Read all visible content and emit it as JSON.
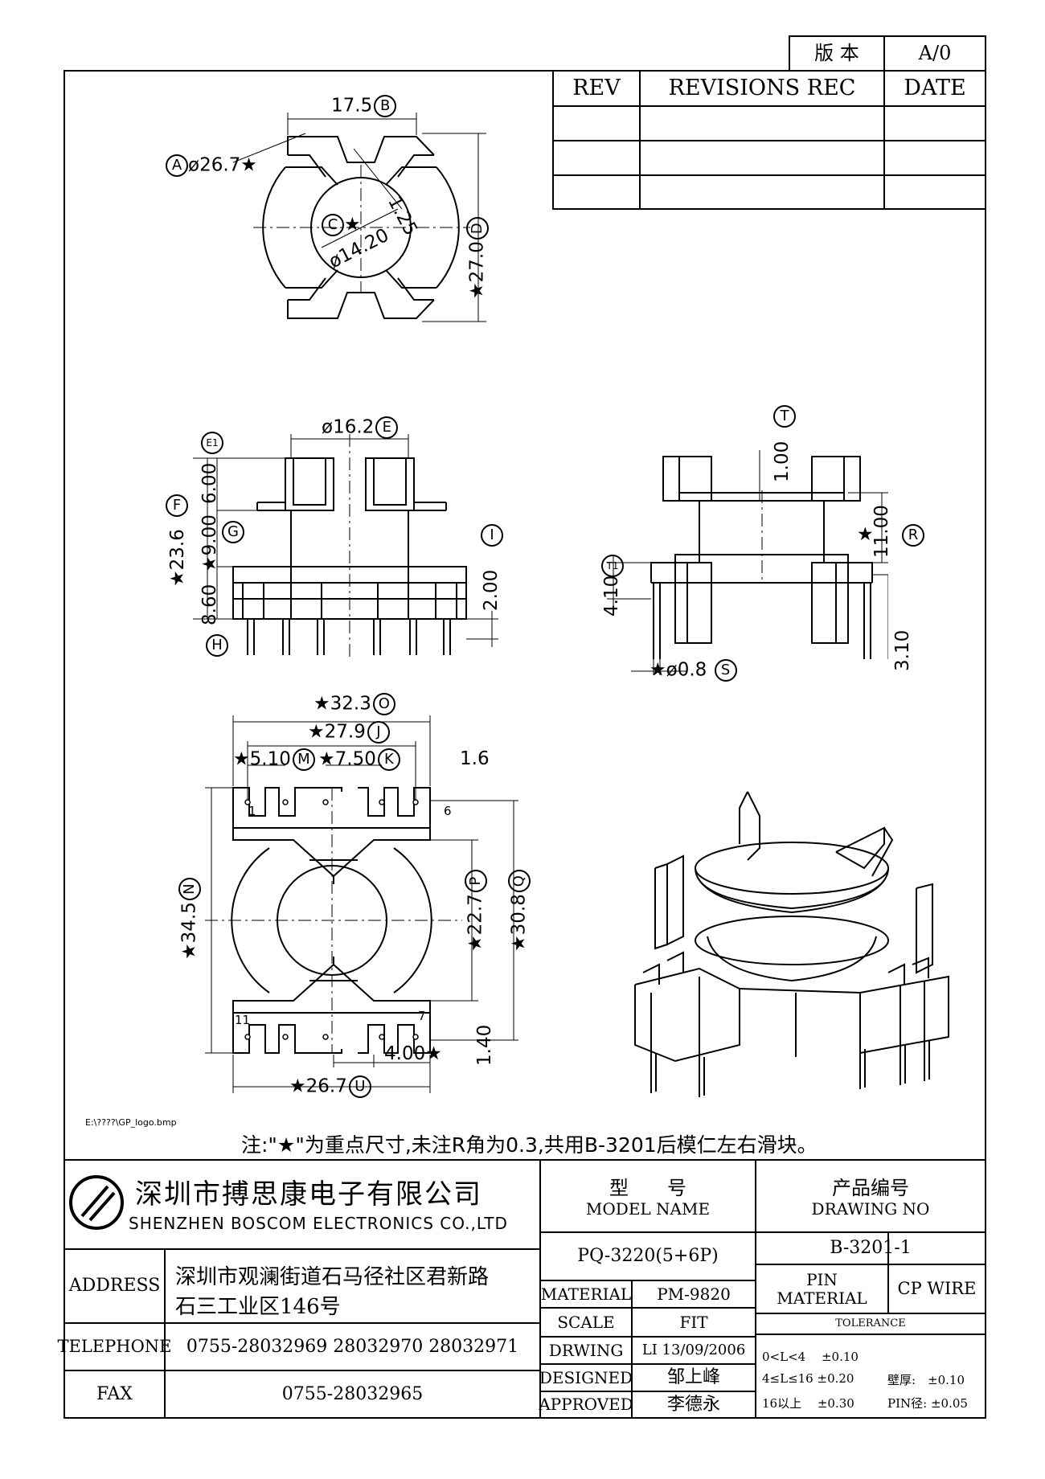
{
  "version_box": {
    "label": "版 本",
    "value": "A/0"
  },
  "revisions": {
    "col_rev": "REV",
    "col_rec": "REVISIONS REC",
    "col_date": "DATE"
  },
  "dims": {
    "top_width": "17.5",
    "top_width_tag": "B",
    "outer_dia": "ø26.7",
    "outer_dia_tag": "A",
    "core_dia": "ø14.20",
    "core_dia_tag": "C",
    "angle_dim": "1.25",
    "height_27": "27.0",
    "height_27_tag": "D",
    "body_dia": "ø16.2",
    "body_dia_tag": "E",
    "e1_tag": "E1",
    "d_600": "6.00",
    "d_900": "9.00",
    "d_860": "8.60",
    "d_236": "23.6",
    "f_tag": "F",
    "g_tag": "G",
    "h_tag": "H",
    "i_tag": "I",
    "d_200": "2.00",
    "t_tag": "T",
    "d_100": "1.00",
    "t1_tag": "T1",
    "d_410": "4.10",
    "d_1100": "11.00",
    "r_tag": "R",
    "d_310": "3.10",
    "pin_dia": "ø0.8",
    "s_tag": "S",
    "d_323": "32.3",
    "o_tag": "O",
    "d_279": "27.9",
    "j_tag": "J",
    "d_510": "5.10",
    "m_tag": "M",
    "d_750": "7.50",
    "k_tag": "K",
    "d_16": "1.6",
    "d_345": "34.5",
    "n_tag": "N",
    "d_227": "22.7",
    "p_tag": "P",
    "d_308": "30.8",
    "q_tag": "Q",
    "d_140": "1.40",
    "d_400": "4.00",
    "d_267": "26.7",
    "u_tag": "U",
    "star": "★",
    "pin1": "1",
    "pin6": "6",
    "pin11": "11",
    "pin7": "7"
  },
  "logo_path": "E:\\????\\GP_logo.bmp",
  "note": "注:\"★\"为重点尺寸,未注R角为0.3,共用B-3201后模仁左右滑块。",
  "company": {
    "name_cn": "深圳市搏思康电子有限公司",
    "name_en": "SHENZHEN BOSCOM ELECTRONICS CO.,LTD",
    "address_label": "ADDRESS",
    "address_line1": "深圳市观澜街道石马径社区君新路",
    "address_line2": "石三工业区146号",
    "telephone_label": "TELEPHONE",
    "telephone": "0755-28032969 28032970 28032971",
    "fax_label": "FAX",
    "fax": "0755-28032965"
  },
  "title_block": {
    "model_label_cn": "型　　号",
    "model_label_en": "MODEL NAME",
    "drawing_label_cn": "产品编号",
    "drawing_label_en": "DRAWING NO",
    "model_value": "PQ-3220(5+6P)",
    "drawing_value": "B-3201-1",
    "material_label": "MATERIAL",
    "material_value": "PM-9820",
    "pin_material_label": "PIN\nMATERIAL",
    "pin_material_value": "CP WIRE",
    "scale_label": "SCALE",
    "scale_value": "FIT",
    "drawing_label": "DRWING",
    "drawing_date": "LI 13/09/2006",
    "designed_label": "DESIGNED",
    "designed_value": "邹上峰",
    "approved_label": "APPROVED",
    "approved_value": "李德永",
    "tolerance_label": "TOLERANCE",
    "tol_row1": "0<L<4　 ±0.10",
    "tol_row2": "4≤L≤16 ±0.20",
    "tol_row3": "16以上　 ±0.30",
    "wall_label": "壁厚:　±0.10",
    "pin_dia_label": "PIN径: ±0.05"
  }
}
